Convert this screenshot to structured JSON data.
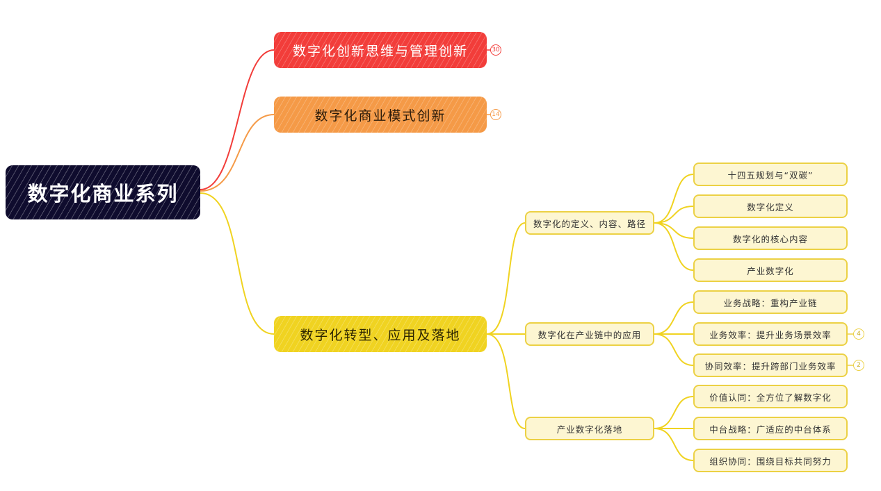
{
  "root": {
    "label": "数字化商业系列"
  },
  "branches": [
    {
      "label": "数字化创新思维与管理创新",
      "badge": "30",
      "color": "#f23d3a"
    },
    {
      "label": "数字化商业模式创新",
      "badge": "14",
      "color": "#f59a47"
    },
    {
      "label": "数字化转型、应用及落地",
      "color": "#f0d321",
      "children": [
        {
          "label": "数字化的定义、内容、路径",
          "children": [
            {
              "label": "十四五规划与“双碳”"
            },
            {
              "label": "数字化定义"
            },
            {
              "label": "数字化的核心内容"
            },
            {
              "label": "产业数字化"
            }
          ]
        },
        {
          "label": "数字化在产业链中的应用",
          "children": [
            {
              "label": "业务战略：重构产业链"
            },
            {
              "label": "业务效率：提升业务场景效率",
              "badge": "4"
            },
            {
              "label": "协同效率：提升跨部门业务效率",
              "badge": "2"
            }
          ]
        },
        {
          "label": "产业数字化落地",
          "children": [
            {
              "label": "价值认同：全方位了解数字化"
            },
            {
              "label": "中台战略：广适应的中台体系"
            },
            {
              "label": "组织协同：围绕目标共同努力"
            }
          ]
        }
      ]
    }
  ]
}
